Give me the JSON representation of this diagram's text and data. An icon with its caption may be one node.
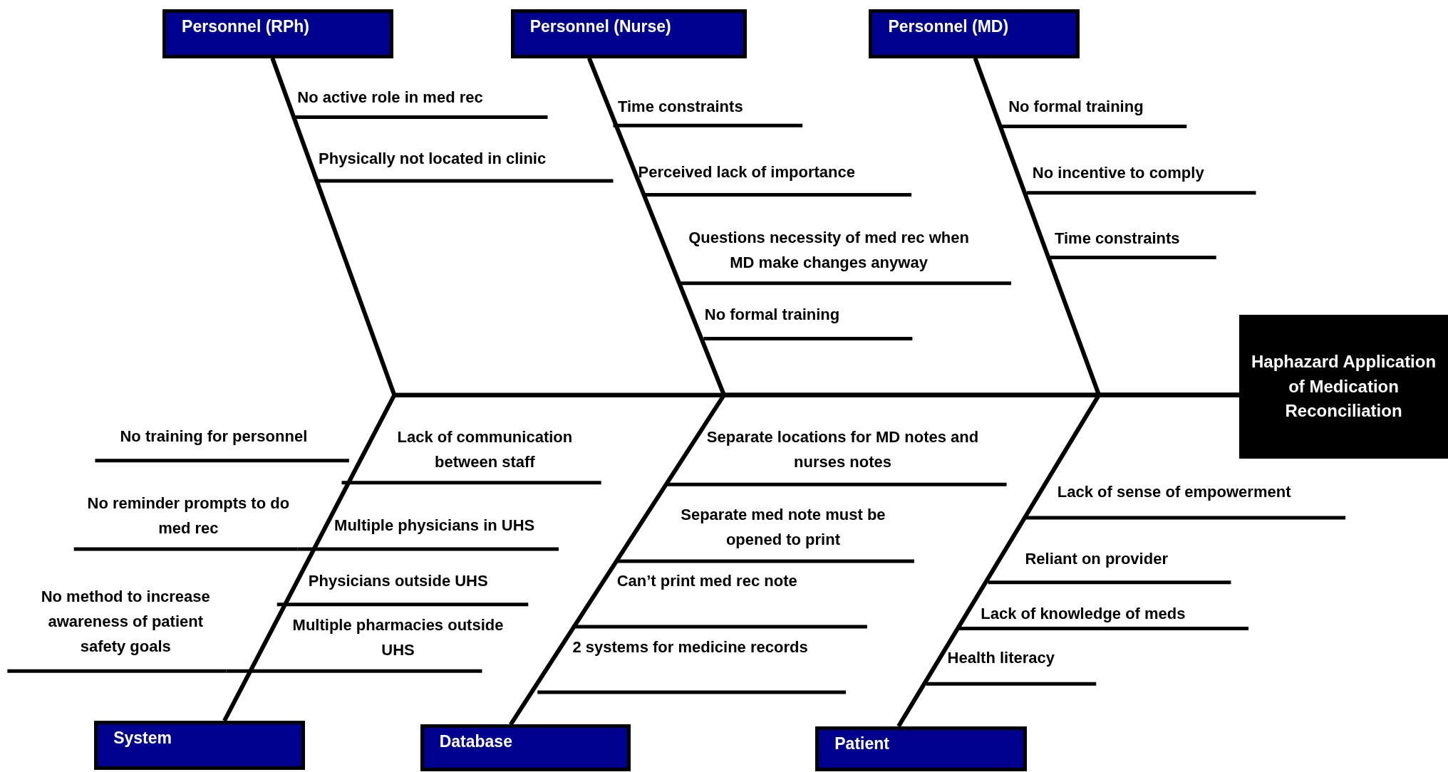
{
  "diagram": {
    "nodes": [
      {
        "text": [
          "Personnel (RPh)"
        ]
      },
      {
        "text": [
          "Personnel (Nurse)"
        ]
      },
      {
        "text": [
          "Personnel (MD)"
        ]
      },
      {
        "text": [
          "Haphazard Application of Medication Reconciliation"
        ]
      },
      {
        "text": [
          "System"
        ]
      },
      {
        "text": [
          "Database"
        ]
      },
      {
        "text": [
          "Patient"
        ]
      }
    ],
    "edges": [
      {
        "from": 0,
        "to": 3,
        "arrow": "none"
      },
      {
        "from": 1,
        "to": 3,
        "arrow": "none"
      },
      {
        "from": 2,
        "to": 3,
        "arrow": "none"
      },
      {
        "from": 4,
        "to": 3,
        "arrow": "none"
      },
      {
        "from": 5,
        "to": 3,
        "arrow": "none"
      },
      {
        "from": 6,
        "to": 3,
        "arrow": "none"
      }
    ],
    "labels": [
      "No active role in med rec",
      "Physically not located in clinic",
      "Time constraints",
      "Perceived lack of importance",
      "Questions necessity of med rec when MD make changes anyway",
      "No formal training",
      "No formal training",
      "No incentive to comply",
      "Time constraints",
      "No training for personnel",
      "Lack of communication between staff",
      "No reminder prompts to do med rec",
      "Multiple physicians in UHS",
      "Physicians outside UHS",
      "No method to increase awareness of patient safety goals",
      "Multiple pharmacies outside UHS",
      "Separate locations for MD notes and nurses notes",
      "Separate med note must be opened to print",
      "Can’t print med rec note",
      "2 systems for medicine records",
      "Lack of sense of empowerment",
      "Reliant on provider",
      "Lack of knowledge of meds",
      "Health literacy"
    ]
  }
}
